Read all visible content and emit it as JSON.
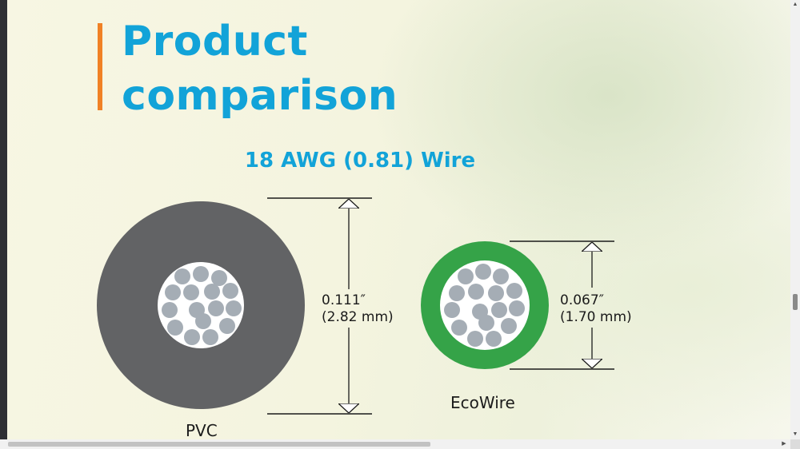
{
  "page": {
    "title_line1": "Product",
    "title_line2": "comparison",
    "subtitle": "18 AWG (0.81) Wire"
  },
  "wires": [
    {
      "name": "PVC",
      "diameter_in": "0.111″",
      "diameter_mm": "(2.82 mm)",
      "jacket_color": "#626365"
    },
    {
      "name": "EcoWire",
      "diameter_in": "0.067″",
      "diameter_mm": "(1.70 mm)",
      "jacket_color": "#35a348"
    }
  ],
  "colors": {
    "title": "#12a3d8",
    "accent": "#f08125",
    "strand": "#a5adb5",
    "core_background": "#ffffff"
  },
  "icons": {
    "scroll_up": "triangle-up-icon",
    "scroll_down": "triangle-down-icon",
    "scroll_right": "triangle-right-icon"
  }
}
